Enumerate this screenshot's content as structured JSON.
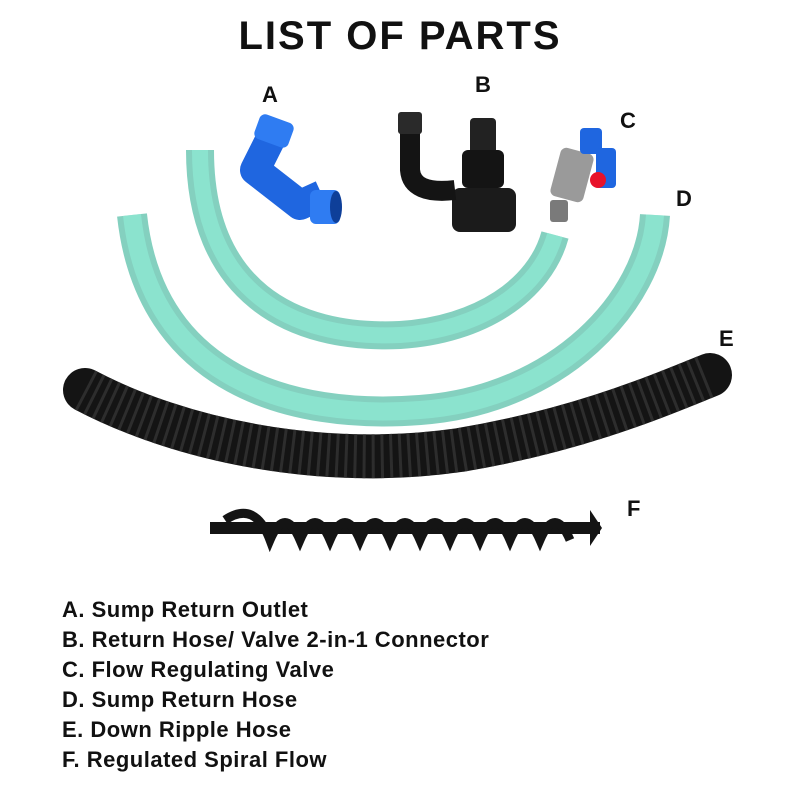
{
  "title": "LIST OF PARTS",
  "colors": {
    "background": "#ffffff",
    "text": "#111111",
    "outlet_blue": "#1f66e0",
    "hose_teal": "#3fd6b4",
    "valve_red": "#e8122a",
    "black_part": "#141414"
  },
  "parts": [
    {
      "letter": "A",
      "label": "A. Sump Return Outlet",
      "image": "blue-elbow-outlet"
    },
    {
      "letter": "B",
      "label": "B. Return Hose/ Valve 2-in-1 Connector",
      "image": "black-connector"
    },
    {
      "letter": "C",
      "label": "C. Flow Regulating Valve",
      "image": "ball-valve"
    },
    {
      "letter": "D",
      "label": "D. Sump Return Hose",
      "image": "teal-hose"
    },
    {
      "letter": "E",
      "label": "E. Down Ripple Hose",
      "image": "corrugated-hose"
    },
    {
      "letter": "F",
      "label": "F. Regulated Spiral Flow",
      "image": "spiral-auger"
    }
  ]
}
